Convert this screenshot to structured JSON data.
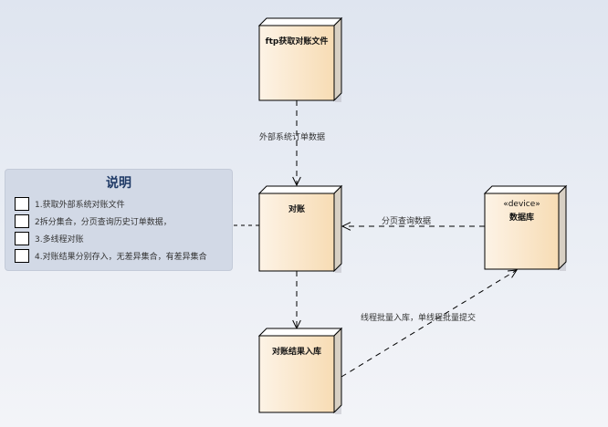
{
  "diagram": {
    "nodes": [
      {
        "id": "ftp",
        "label": "ftp获取对账文件",
        "stereotype": ""
      },
      {
        "id": "reconcile",
        "label": "对账",
        "stereotype": ""
      },
      {
        "id": "store",
        "label": "对账结果入库",
        "stereotype": ""
      },
      {
        "id": "db",
        "label": "数据库",
        "stereotype": "«device»"
      }
    ],
    "edges": [
      {
        "from": "ftp",
        "to": "reconcile",
        "label": "外部系统订单数据"
      },
      {
        "from": "db",
        "to": "reconcile",
        "label": "分页查询数据"
      },
      {
        "from": "reconcile",
        "to": "store",
        "label": ""
      },
      {
        "from": "store",
        "to": "db",
        "label": "线程批量入库，单线程批量提交"
      },
      {
        "from": "legend",
        "to": "reconcile",
        "label": ""
      }
    ],
    "colors": {
      "node_fill_light": "#fdf3e6",
      "node_fill_dark": "#f7dcb4",
      "node_side": "#d8d0c4",
      "node_top": "#ffffff",
      "line": "#000000",
      "legend_bg": "#d2d9e6",
      "legend_title": "#1f3a66"
    }
  },
  "legend": {
    "title": "说明",
    "items": [
      "1.获取外部系统对账文件",
      "2拆分集合，分页查询历史订单数据，",
      "3.多线程对账",
      "4.对账结果分别存入，无差异集合，有差异集合"
    ]
  }
}
